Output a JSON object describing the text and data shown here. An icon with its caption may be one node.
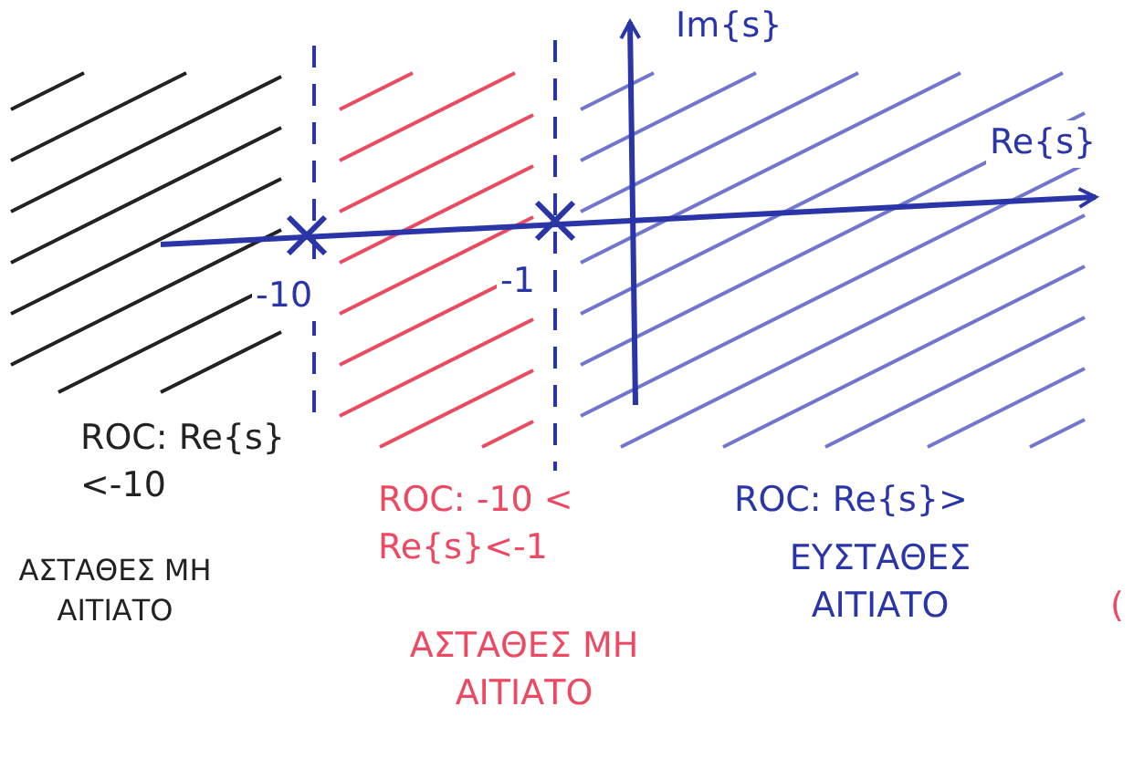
{
  "diagram": {
    "labels": [
      "Im{s}",
      "Re{s}",
      "-10",
      "-1",
      "ROC: Re{s}<-10",
      "ΑΣΤΑΘΕΣ ΜΗ ΑΙΤΙΑΤΟ",
      "ROC: -10 < Re{s}<-1",
      "ΑΣΤΑΘΕΣ ΜΗ ΑΙΤΙΑΤΟ",
      "ROC: Re{s}>",
      "ΕΥΣΤΑΘΕΣ ΑΙΤΙΑΤΟ",
      "("
    ]
  }
}
